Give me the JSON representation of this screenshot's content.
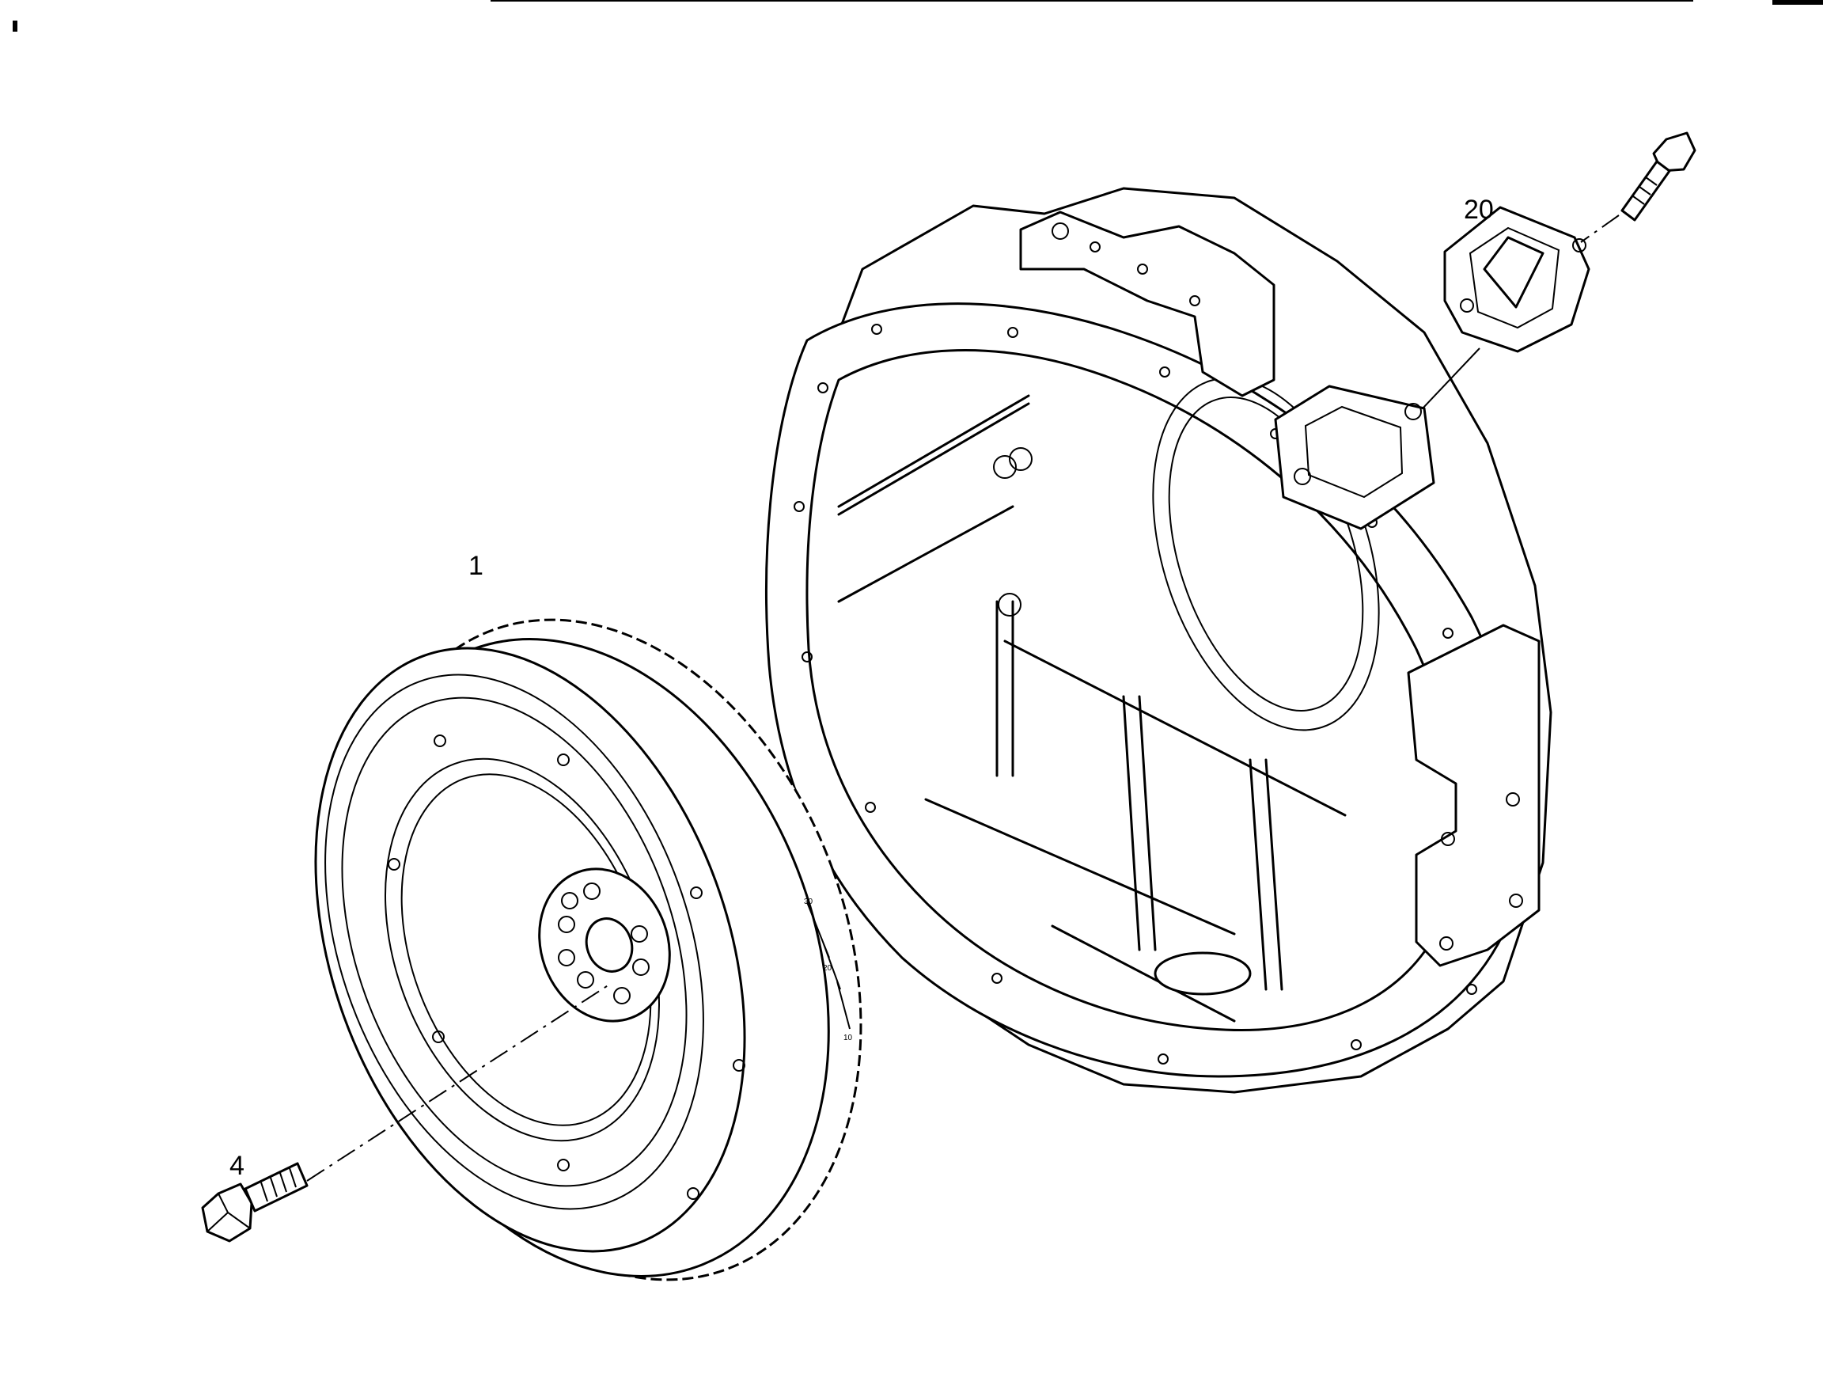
{
  "diagram": {
    "callouts": [
      {
        "id": "flywheel",
        "label": "1"
      },
      {
        "id": "flywheel-bolt",
        "label": "4"
      },
      {
        "id": "inspection-cover",
        "label": "20"
      }
    ],
    "flywheel_scale_marks": [
      "10",
      "20",
      "30"
    ],
    "colors": {
      "ink": "#000000",
      "paper": "#ffffff"
    }
  }
}
